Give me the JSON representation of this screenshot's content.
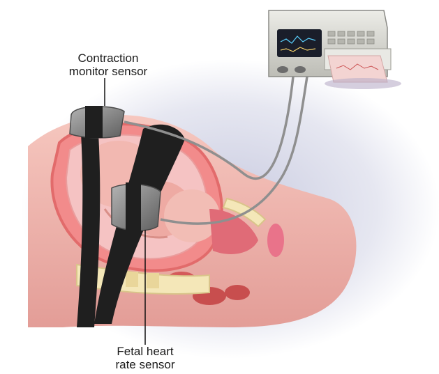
{
  "labels": {
    "contraction_sensor": [
      "Contraction",
      "monitor sensor"
    ],
    "fetal_heart_sensor": [
      "Fetal heart",
      "rate sensor"
    ]
  },
  "colors": {
    "background_glow": "#d9dbea",
    "skin": "#f0b7b0",
    "skin_shadow": "#e29c96",
    "uterus": "#f28b8b",
    "belt": "#1f1f1f",
    "sensor": "#8c8c8c",
    "cable": "#8f8f8f",
    "monitor_body": "#dcdcd6",
    "monitor_screen": "#1a1e2a",
    "paper": "#f3d4d2",
    "bone": "#f4e7b8"
  },
  "icons": {
    "monitor": "fetal-monitor-machine",
    "contraction_sensor": "tocodynamometer",
    "heart_sensor": "ultrasound-transducer"
  }
}
